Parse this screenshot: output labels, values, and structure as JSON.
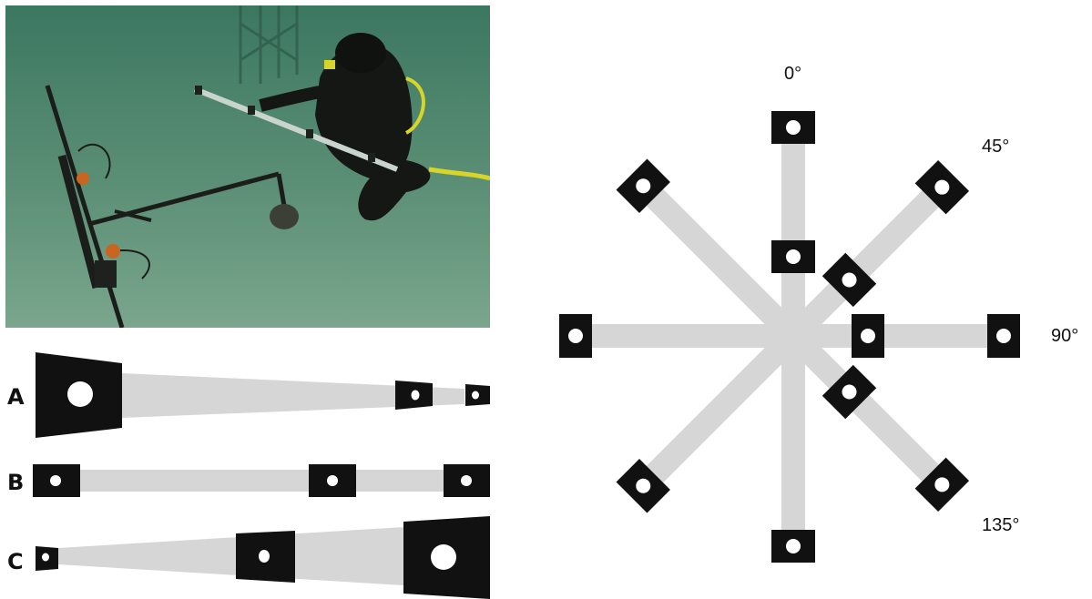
{
  "photo": {
    "description_icon": "diver-with-instrument-photo",
    "colors": {
      "water": "#3f7a63",
      "sand": "#6b9a82",
      "equipment": "#1d1f1d",
      "float": "#c8661f",
      "hose": "#d7d52a"
    }
  },
  "configurations": [
    {
      "label": "A"
    },
    {
      "label": "B"
    },
    {
      "label": "C"
    }
  ],
  "orientation": {
    "labels": {
      "deg0": "0°",
      "deg45": "45°",
      "deg90": "90°",
      "deg135": "135°"
    }
  },
  "colors": {
    "bar": "#d6d6d6",
    "block": "#111111",
    "hole": "#ffffff"
  }
}
